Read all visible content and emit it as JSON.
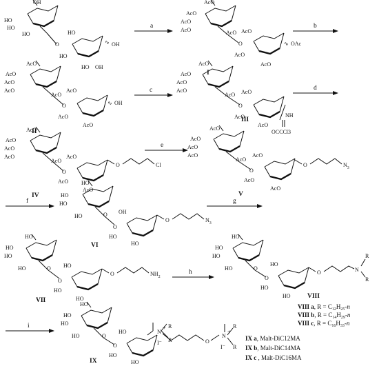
{
  "steps": [
    "a",
    "b",
    "c",
    "d",
    "e",
    "f",
    "g",
    "h",
    "i"
  ],
  "compounds": [
    "I",
    "II",
    "III",
    "IV",
    "V",
    "VI",
    "VII",
    "VIII",
    "IX"
  ],
  "groups": {
    "HO": "HO",
    "OH": "OH",
    "AcO": "AcO",
    "OAc": "OAc",
    "O": "O",
    "Cl": "Cl",
    "N": "N",
    "N3_main": "N",
    "N3_sub": "3",
    "NH2_main": "NH",
    "NH2_sub": "2",
    "R": "R",
    "NH_imine": "NH",
    "OCCCl3": "OCCCl3",
    "wavy": "∿",
    "plus": "+",
    "iodide": "I⁻"
  },
  "notes_viii": [
    {
      "bold": "VIII a",
      "text": ", R = C",
      "sub": "12",
      "tail": "H",
      "sub2": "25",
      "end": "-n"
    },
    {
      "bold": "VIII b",
      "text": ", R = C",
      "sub": "14",
      "tail": "H",
      "sub2": "29",
      "end": "-n"
    },
    {
      "bold": "VIII c",
      "text": ", R = C",
      "sub": "16",
      "tail": "H",
      "sub2": "33",
      "end": "-n"
    }
  ],
  "notes_ix": [
    {
      "bold": "IX a",
      "text": ", Malt-DiC12MA"
    },
    {
      "bold": "IX b",
      "text": ", Malt-DiC14MA"
    },
    {
      "bold": "IX c",
      "text": " , Malt-DiC16MA"
    }
  ]
}
